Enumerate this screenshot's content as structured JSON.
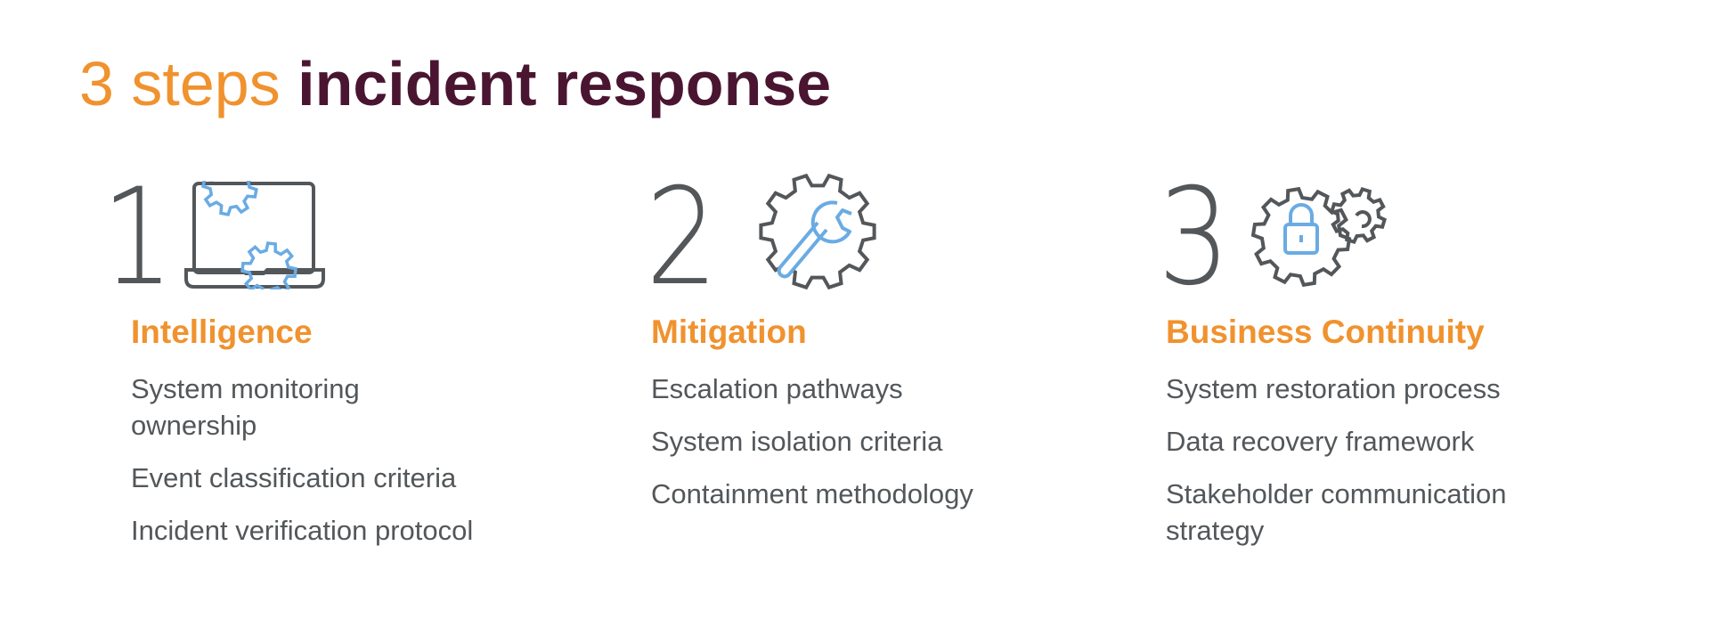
{
  "title": {
    "light": "3 steps",
    "bold": "incident response"
  },
  "colors": {
    "accent": "#F0922E",
    "title_dark": "#4A1530",
    "text": "#53575A",
    "icon_blue": "#6AABE3"
  },
  "steps": [
    {
      "number": "1",
      "icon": "laptop-gears-icon",
      "heading": "Intelligence",
      "items": [
        "System monitoring ownership",
        "Event classification criteria",
        "Incident verification protocol"
      ]
    },
    {
      "number": "2",
      "icon": "gear-wrench-icon",
      "heading": "Mitigation",
      "items": [
        "Escalation pathways",
        "System isolation criteria",
        "Containment methodology"
      ]
    },
    {
      "number": "3",
      "icon": "gears-lock-icon",
      "heading": "Business Continuity",
      "items": [
        "System restoration process",
        "Data recovery framework",
        "Stakeholder communication strategy"
      ]
    }
  ]
}
